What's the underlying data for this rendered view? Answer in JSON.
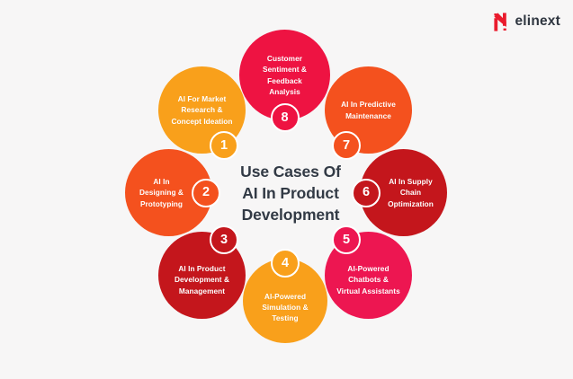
{
  "brand": {
    "name": "elinext",
    "logo_icon": "elinext-n-mark",
    "logo_color": "#ea1b2d",
    "wordmark_color": "#2f3640"
  },
  "background_color": "#f7f6f6",
  "center": {
    "line1": "Use Cases Of",
    "line2": "AI In Product",
    "line3": "Development",
    "color": "#323a45"
  },
  "items": [
    {
      "number": "1",
      "color": "#f9a01b",
      "line1": "AI For Market",
      "line2": "Research &",
      "line3": "Concept Ideation"
    },
    {
      "number": "2",
      "color": "#f4511e",
      "line1": "AI In",
      "line2": "Designing &",
      "line3": "Prototyping"
    },
    {
      "number": "3",
      "color": "#c4161c",
      "line1": "AI In Product",
      "line2": "Development &",
      "line3": "Management"
    },
    {
      "number": "4",
      "color": "#f9a01b",
      "line1": "AI-Powered",
      "line2": "Simulation &",
      "line3": "Testing"
    },
    {
      "number": "5",
      "color": "#ed1651",
      "line1": "AI-Powered",
      "line2": "Chatbots &",
      "line3": "Virtual Assistants"
    },
    {
      "number": "6",
      "color": "#c4161c",
      "line1": "AI In Supply",
      "line2": "Chain",
      "line3": "Optimization"
    },
    {
      "number": "7",
      "color": "#f4511e",
      "line1": "AI In Predictive",
      "line2": "Maintenance",
      "line3": ""
    },
    {
      "number": "8",
      "color": "#ee1342",
      "line1": "Customer",
      "line2": "Sentiment &",
      "line3": "Feedback",
      "line4": "Analysis"
    }
  ]
}
